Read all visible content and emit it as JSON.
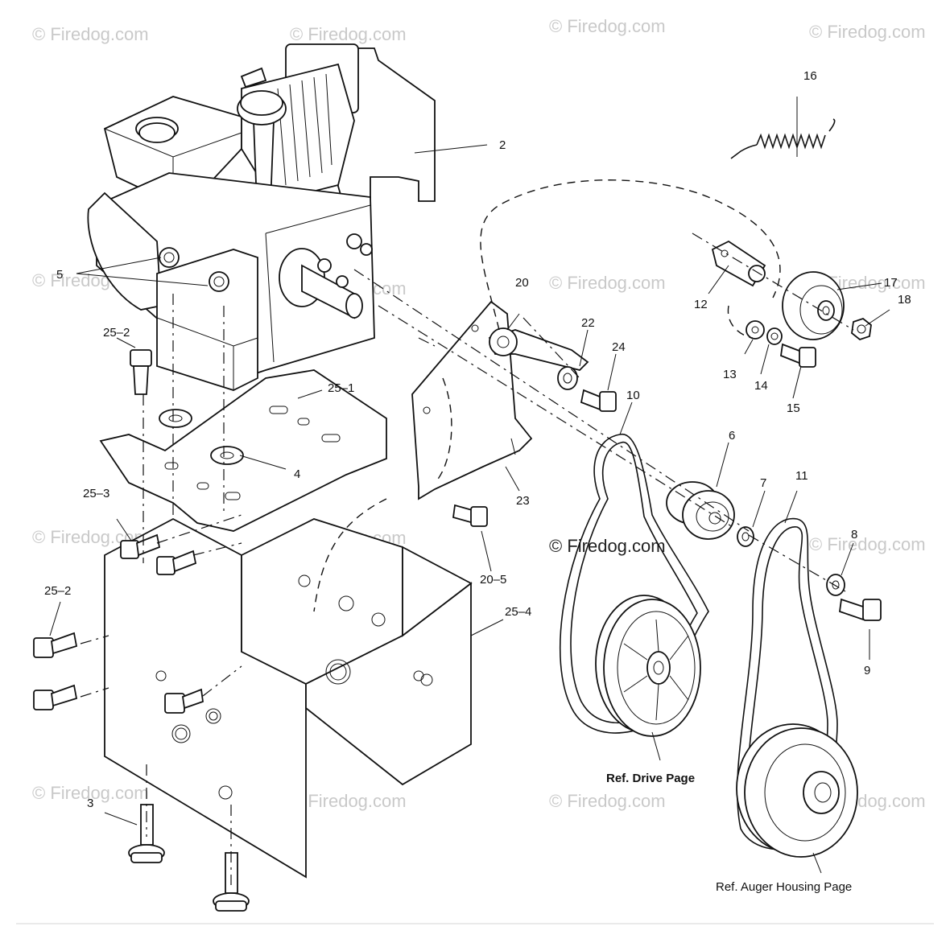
{
  "watermark": {
    "text": "© Firedog.com",
    "copyright_center": "© Firedog.com"
  },
  "callouts": {
    "c2": "2",
    "c16": "16",
    "c5": "5",
    "c12": "12",
    "c17": "17",
    "c18": "18",
    "c20": "20",
    "c22": "22",
    "c24": "24",
    "c25_2a": "25–2",
    "c25_1": "25–1",
    "c13": "13",
    "c14": "14",
    "c15": "15",
    "c10": "10",
    "c6": "6",
    "c4": "4",
    "c7": "7",
    "c11": "11",
    "c25_3": "25–3",
    "c23": "23",
    "c8": "8",
    "c20_5": "20–5",
    "c25_4": "25–4",
    "c25_2b": "25–2",
    "c9": "9",
    "c3": "3"
  },
  "references": {
    "drive": "Ref. Drive Page",
    "auger": "Ref. Auger Housing Page"
  }
}
